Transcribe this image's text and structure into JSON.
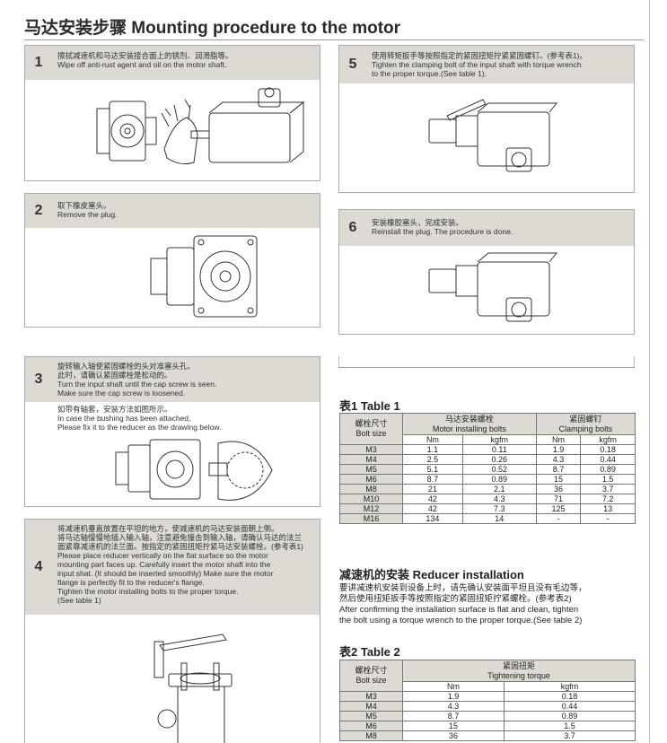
{
  "page_title": "马达安装步骤 Mounting procedure to the motor",
  "steps": [
    {
      "num": "1",
      "lines": [
        "擦拭减速机和马达安装接合面上的锈剂、润滑脂等。",
        "Wipe off anti-rust agent and oil on the motor shaft."
      ]
    },
    {
      "num": "2",
      "lines": [
        "取下橡皮塞头。",
        "Remove the plug."
      ]
    },
    {
      "num": "3",
      "lines": [
        "旋转输入轴使紧固螺栓的头对准塞头孔。",
        "此时，请确认紧固螺栓是松动的。",
        "Turn the input shaft until the cap screw is seen.",
        "Make sure the cap screw is loosened."
      ],
      "note": [
        "如带有轴套，安装方法如图所示。",
        "In case the bushing has been attached,",
        "Please fix it to the reducer as the drawing below."
      ]
    },
    {
      "num": "4",
      "lines": [
        "将减速机垂直放置在平坦的地方，使减速机的马达安装面朝上侧。",
        "将马达轴慢慢地插入输入轴，注意避免撞击到输入轴，请确认马达的法兰",
        "面紧靠减速机的法兰面。按指定的紧固扭矩拧紧马达安装螺栓。(参考表1)",
        "Please place reducer vertically on the flat surface so the motor",
        "mounting part faces up. Carefully insert the motor shaft into the",
        "input shat. (It should be inserted smoothly) Make sure the motor",
        "flange is perfectly fit to the reducer's flange.",
        "Tighten the motor installing bolts to the proper torque.",
        "(See table 1)"
      ]
    },
    {
      "num": "5",
      "lines": [
        "使用转矩扳手等按照指定的紧固扭矩拧紧紧固螺钉。(参考表1)。",
        "Tighten the clamping bolt of the input shaft with torque wrench",
        "to the proper torque.(See table 1)."
      ]
    },
    {
      "num": "6",
      "lines": [
        "安装橡胶塞头，完成安装。",
        "Reinstall the plug. The procedure is done."
      ]
    }
  ],
  "table1": {
    "caption": "表1 Table 1",
    "bolt_header": [
      "螺栓尺寸",
      "Bolt size"
    ],
    "group1": [
      "马达安装螺栓",
      "Motor installing bolts"
    ],
    "group2": [
      "紧固螺钉",
      "Clamping bolts"
    ],
    "units": [
      "Nm",
      "kgfm",
      "Nm",
      "kgfm"
    ],
    "rows": [
      [
        "M3",
        "1.1",
        "0.11",
        "1.9",
        "0.18"
      ],
      [
        "M4",
        "2.5",
        "0.26",
        "4.3",
        "0.44"
      ],
      [
        "M5",
        "5.1",
        "0.52",
        "8.7",
        "0.89"
      ],
      [
        "M6",
        "8.7",
        "0.89",
        "15",
        "1.5"
      ],
      [
        "M8",
        "21",
        "2.1",
        "36",
        "3.7"
      ],
      [
        "M10",
        "42",
        "4.3",
        "71",
        "7.2"
      ],
      [
        "M12",
        "42",
        "7.3",
        "125",
        "13"
      ],
      [
        "M16",
        "134",
        "14",
        "-",
        "-"
      ]
    ]
  },
  "reducer": {
    "heading": "减速机的安装 Reducer installation",
    "lines": [
      "要讲减速机安装到设备上时，请先确认安装面平坦且没有毛边等，",
      "然后使用扭矩扳手等按照指定的紧固扭矩拧紧螺栓。(参考表2)",
      "After confirming the installation surface is flat and clean, tighten",
      "the bolt using a torque wrench to the proper torque.(See table 2)"
    ]
  },
  "table2": {
    "caption": "表2 Table 2",
    "bolt_header": [
      "螺栓尺寸",
      "Bolt size"
    ],
    "group": [
      "紧固扭矩",
      "Tightening torque"
    ],
    "units": [
      "Nm",
      "kgfm"
    ],
    "rows": [
      [
        "M3",
        "1.9",
        "0.18"
      ],
      [
        "M4",
        "4.3",
        "0.44"
      ],
      [
        "M5",
        "8.7",
        "0.89"
      ],
      [
        "M6",
        "15",
        "1.5"
      ],
      [
        "M8",
        "36",
        "3.7"
      ]
    ]
  }
}
